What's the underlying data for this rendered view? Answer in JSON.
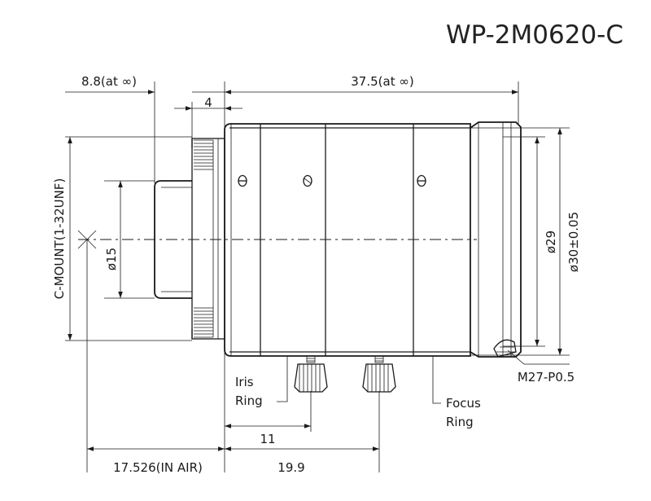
{
  "title": "WP-2M0620-C",
  "dimensions": {
    "back_focus": "8.8(at ∞)",
    "length": "37.5(at ∞)",
    "thread_len": "4",
    "mount": "C-MOUNT(1-32UNF)",
    "inner_dia": "ø15",
    "front_dia": "ø29",
    "outer_dia": "ø30±0.05",
    "filter": "M27-P0.5",
    "iris_pos": "11",
    "focus_pos": "19.9",
    "flange_back": "17.526(IN AIR)"
  },
  "labels": {
    "iris_line1": "Iris",
    "iris_line2": "Ring",
    "focus_line1": "Focus",
    "focus_line2": "Ring"
  }
}
